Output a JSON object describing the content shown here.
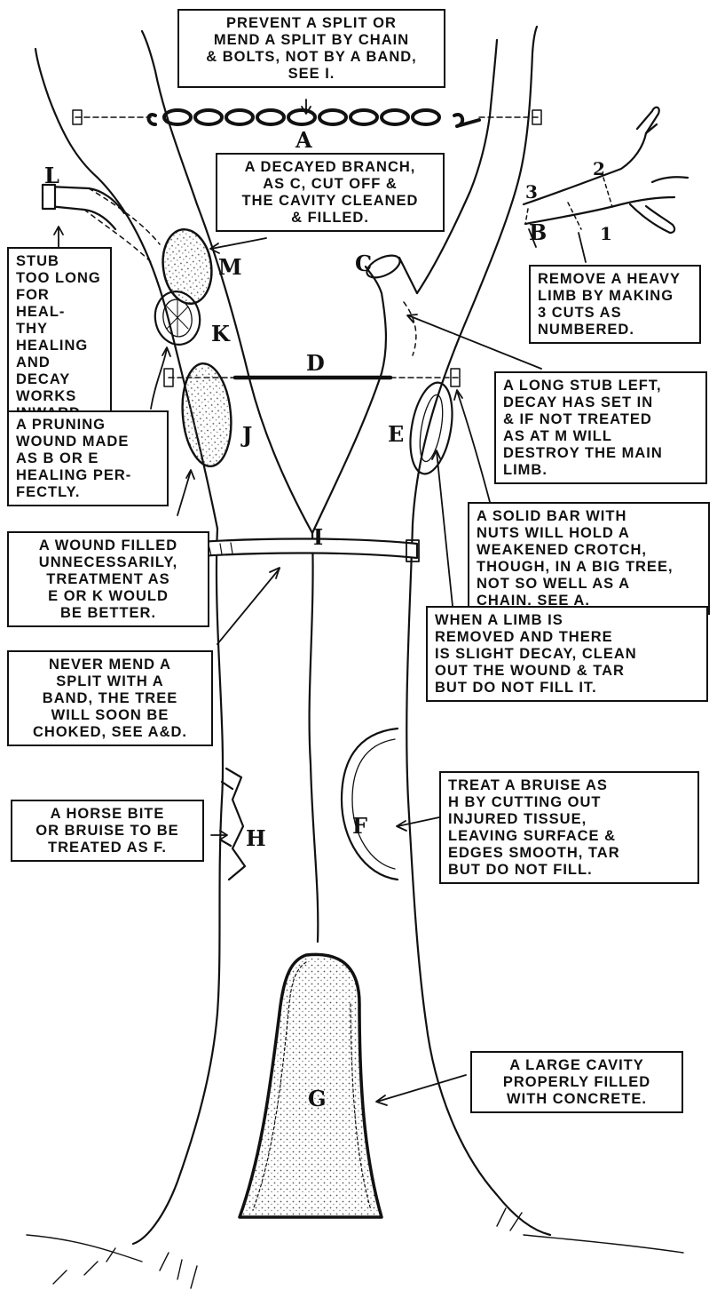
{
  "callouts": {
    "prevent_split": "PREVENT A SPLIT OR\nMEND A SPLIT BY CHAIN\n& BOLTS, NOT BY A BAND,\nSEE I.",
    "decayed_branch": "A DECAYED BRANCH,\nAS C, CUT OFF &\nTHE CAVITY CLEANED\n& FILLED.",
    "stub": "STUB\nTOO LONG\nFOR HEAL-\nTHY\nHEALING\nAND DECAY\nWORKS\nINWARD.",
    "remove_limb": "REMOVE A HEAVY\nLIMB BY MAKING\n3 CUTS AS\nNUMBERED.",
    "long_stub": "A LONG STUB LEFT,\nDECAY HAS SET IN\n& IF NOT TREATED\nAS AT M WILL\nDESTROY THE MAIN\nLIMB.",
    "pruning_wound": "A PRUNING\nWOUND MADE\nAS B OR E\nHEALING PER-\nFECTLY.",
    "solid_bar": "A SOLID BAR WITH\nNUTS WILL HOLD A\nWEAKENED CROTCH,\nTHOUGH, IN A BIG TREE,\nNOT SO WELL AS A\nCHAIN. SEE A.",
    "wound_filled": "A WOUND FILLED\nUNNECESSARILY,\nTREATMENT AS\nE OR K WOULD\nBE BETTER.",
    "limb_removed": "WHEN A LIMB IS\nREMOVED AND THERE\nIS SLIGHT DECAY, CLEAN\nOUT THE WOUND & TAR\nBUT DO NOT FILL IT.",
    "never_mend": "NEVER MEND A\nSPLIT WITH A\nBAND, THE TREE\nWILL SOON BE\nCHOKED, SEE A&D.",
    "horse_bite": "A HORSE BITE\nOR BRUISE TO BE\nTREATED AS F.",
    "treat_bruise": "TREAT A BRUISE AS\nH BY CUTTING OUT\nINJURED TISSUE,\nLEAVING SURFACE &\nEDGES SMOOTH, TAR\nBUT DO NOT FILL.",
    "large_cavity": "A LARGE CAVITY\nPROPERLY FILLED\nWITH CONCRETE."
  },
  "tags": {
    "A": "A",
    "B": "B",
    "C": "C",
    "D": "D",
    "E": "E",
    "F": "F",
    "G": "G",
    "H": "H",
    "I": "I",
    "J": "J",
    "K": "K",
    "L": "L",
    "M": "M"
  },
  "cut_numbers": {
    "one": "1",
    "two": "2",
    "three": "3"
  },
  "colors": {
    "ink": "#111111",
    "paper": "#ffffff",
    "stipple": "#6a6a6a"
  }
}
